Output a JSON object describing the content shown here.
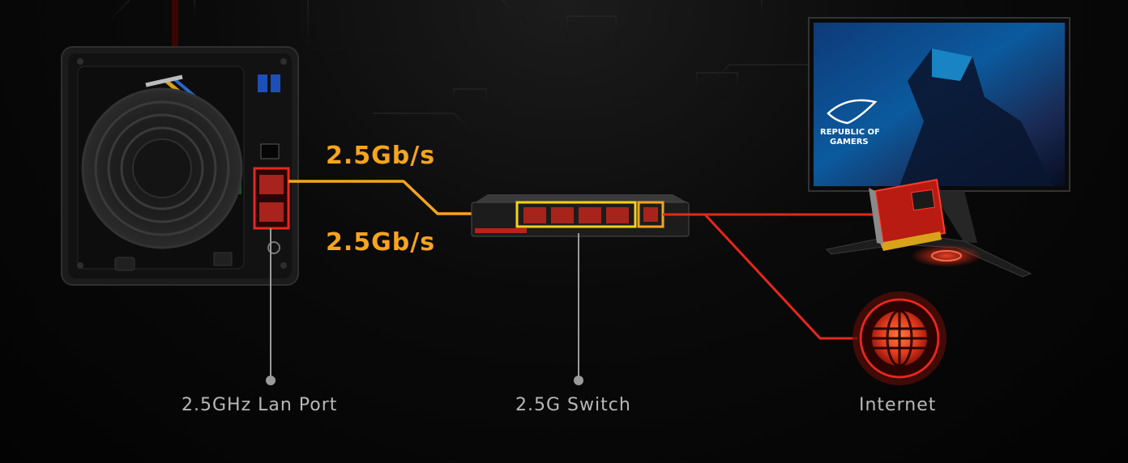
{
  "colors": {
    "orange": "#f7a41e",
    "red": "#e8261c",
    "yellow": "#f3d21b",
    "gray": "#9a9a9a",
    "caption": "#b8b8b8"
  },
  "links": {
    "upper_speed": "2.5Gb/s",
    "lower_speed": "2.5Gb/s"
  },
  "captions": {
    "nas": "2.5GHz Lan Port",
    "switch": "2.5G Switch",
    "internet": "Internet"
  },
  "monitor": {
    "screen_text_line1": "REPUBLIC OF",
    "screen_text_line2": "GAMERS"
  },
  "icons": {
    "nas": "nas-device-icon",
    "switch": "network-switch-icon",
    "monitor": "gaming-monitor-icon",
    "network_card": "network-card-icon",
    "internet": "globe-icon"
  }
}
